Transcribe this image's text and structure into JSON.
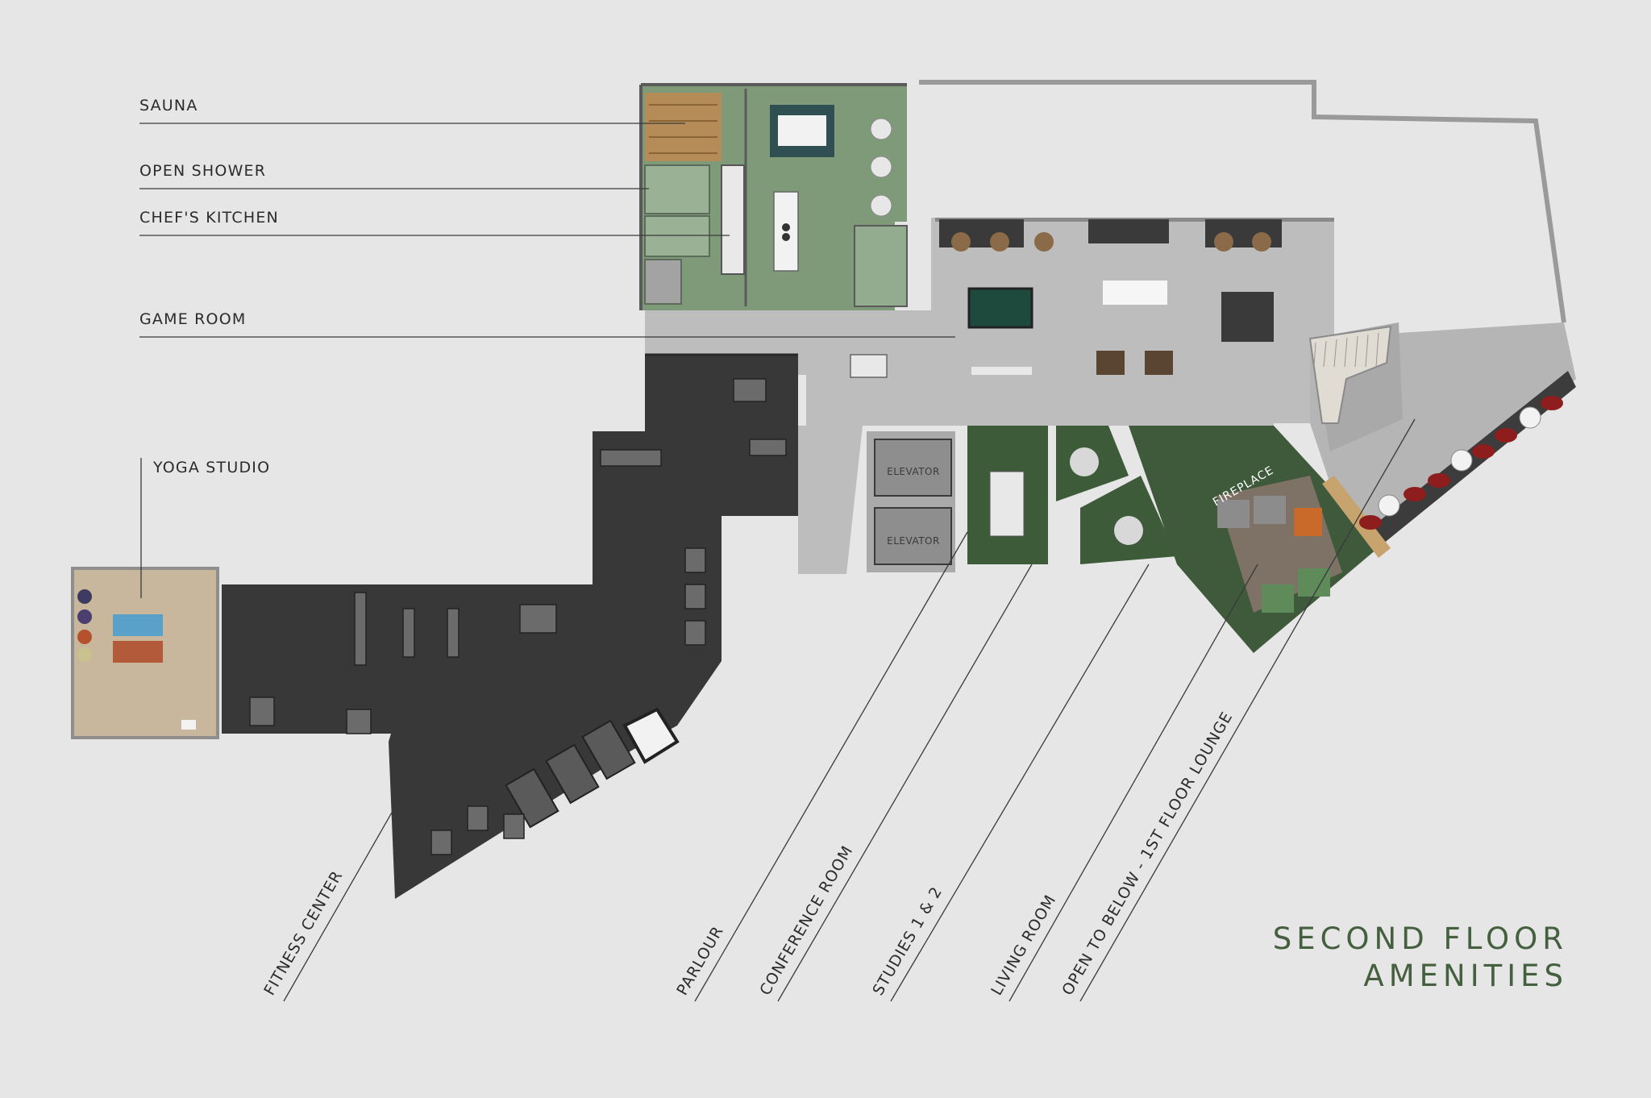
{
  "title": {
    "line1": "SECOND FLOOR",
    "line2": "AMENITIES"
  },
  "labels": {
    "sauna": "SAUNA",
    "open_shower": "OPEN SHOWER",
    "chefs_kitchen": "CHEF'S KITCHEN",
    "game_room": "GAME ROOM",
    "yoga_studio": "YOGA STUDIO",
    "fitness_center": "FITNESS CENTER",
    "parlour": "PARLOUR",
    "conference_room": "CONFERENCE ROOM",
    "studies": "STUDIES 1 & 2",
    "living_room": "LIVING ROOM",
    "open_to_below": "OPEN TO BELOW - 1ST FLOOR LOUNGE"
  },
  "plan_tags": {
    "elevator_1": "ELEVATOR",
    "elevator_2": "ELEVATOR",
    "fireplace": "FIREPLACE"
  },
  "colors": {
    "background": "#e6e6e6",
    "title": "#44603f",
    "fitness_floor": "#3b3b3b",
    "green_floor": "#3f5a3a",
    "light_green_floor": "#7f9a79",
    "concrete": "#b9b9b9",
    "wood": "#c8b79c"
  }
}
